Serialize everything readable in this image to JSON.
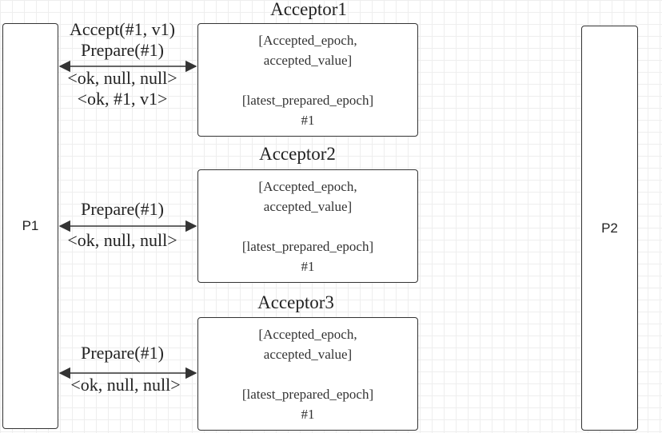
{
  "processes": {
    "p1_label": "P1",
    "p2_label": "P2"
  },
  "acceptors": [
    {
      "title": "Acceptor1",
      "fields": [
        "[Accepted_epoch,",
        "accepted_value]",
        "",
        "[latest_prepared_epoch]",
        "#1"
      ]
    },
    {
      "title": "Acceptor2",
      "fields": [
        "[Accepted_epoch,",
        "accepted_value]",
        "",
        "[latest_prepared_epoch]",
        "#1"
      ]
    },
    {
      "title": "Acceptor3",
      "fields": [
        "[Accepted_epoch,",
        "accepted_value]",
        "",
        "[latest_prepared_epoch]",
        "#1"
      ]
    }
  ],
  "messages": {
    "acceptor1": [
      "Accept(#1, v1)",
      "Prepare(#1)",
      "<ok, null, null>",
      "<ok, #1, v1>"
    ],
    "acceptor2": [
      "Prepare(#1)",
      "<ok, null, null>"
    ],
    "acceptor3": [
      "Prepare(#1)",
      "<ok, null, null>"
    ]
  },
  "colors": {
    "border": "#333333",
    "arrow": "#333333",
    "grid": "#eeeeee"
  }
}
